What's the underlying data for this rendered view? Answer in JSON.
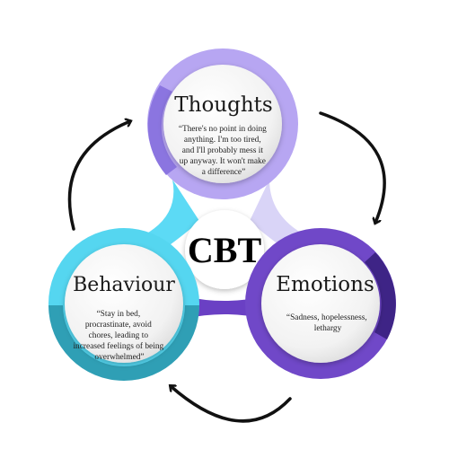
{
  "center_label": "CBT",
  "nodes": {
    "thoughts": {
      "title": "Thoughts",
      "quote_lines": [
        "“There's no point in doing",
        "anything. I'm too tired,",
        "and I'll probably mess it",
        "up anyway. It won't make",
        "a difference”"
      ],
      "ring_color": "#b7a6f2",
      "ring_shadow": "#8b75e0"
    },
    "emotions": {
      "title": "Emotions",
      "quote_lines": [
        "“Sadness, hopelessness,",
        "lethargy"
      ],
      "ring_color": "#7048c8",
      "ring_shadow": "#3e2486"
    },
    "behaviour": {
      "title": "Behaviour",
      "quote_lines": [
        "“Stay in bed,",
        "procrastinate, avoid",
        "chores, leading to",
        "increased feelings of being",
        "overwhelmed”"
      ],
      "ring_color": "#55d6f0",
      "ring_shadow": "#2f9fb5"
    }
  },
  "connectors": {
    "thoughts_behaviour": "#5cdaf5",
    "thoughts_emotions": "#d9d4f7",
    "behaviour_emotions": "#6a40c4"
  }
}
